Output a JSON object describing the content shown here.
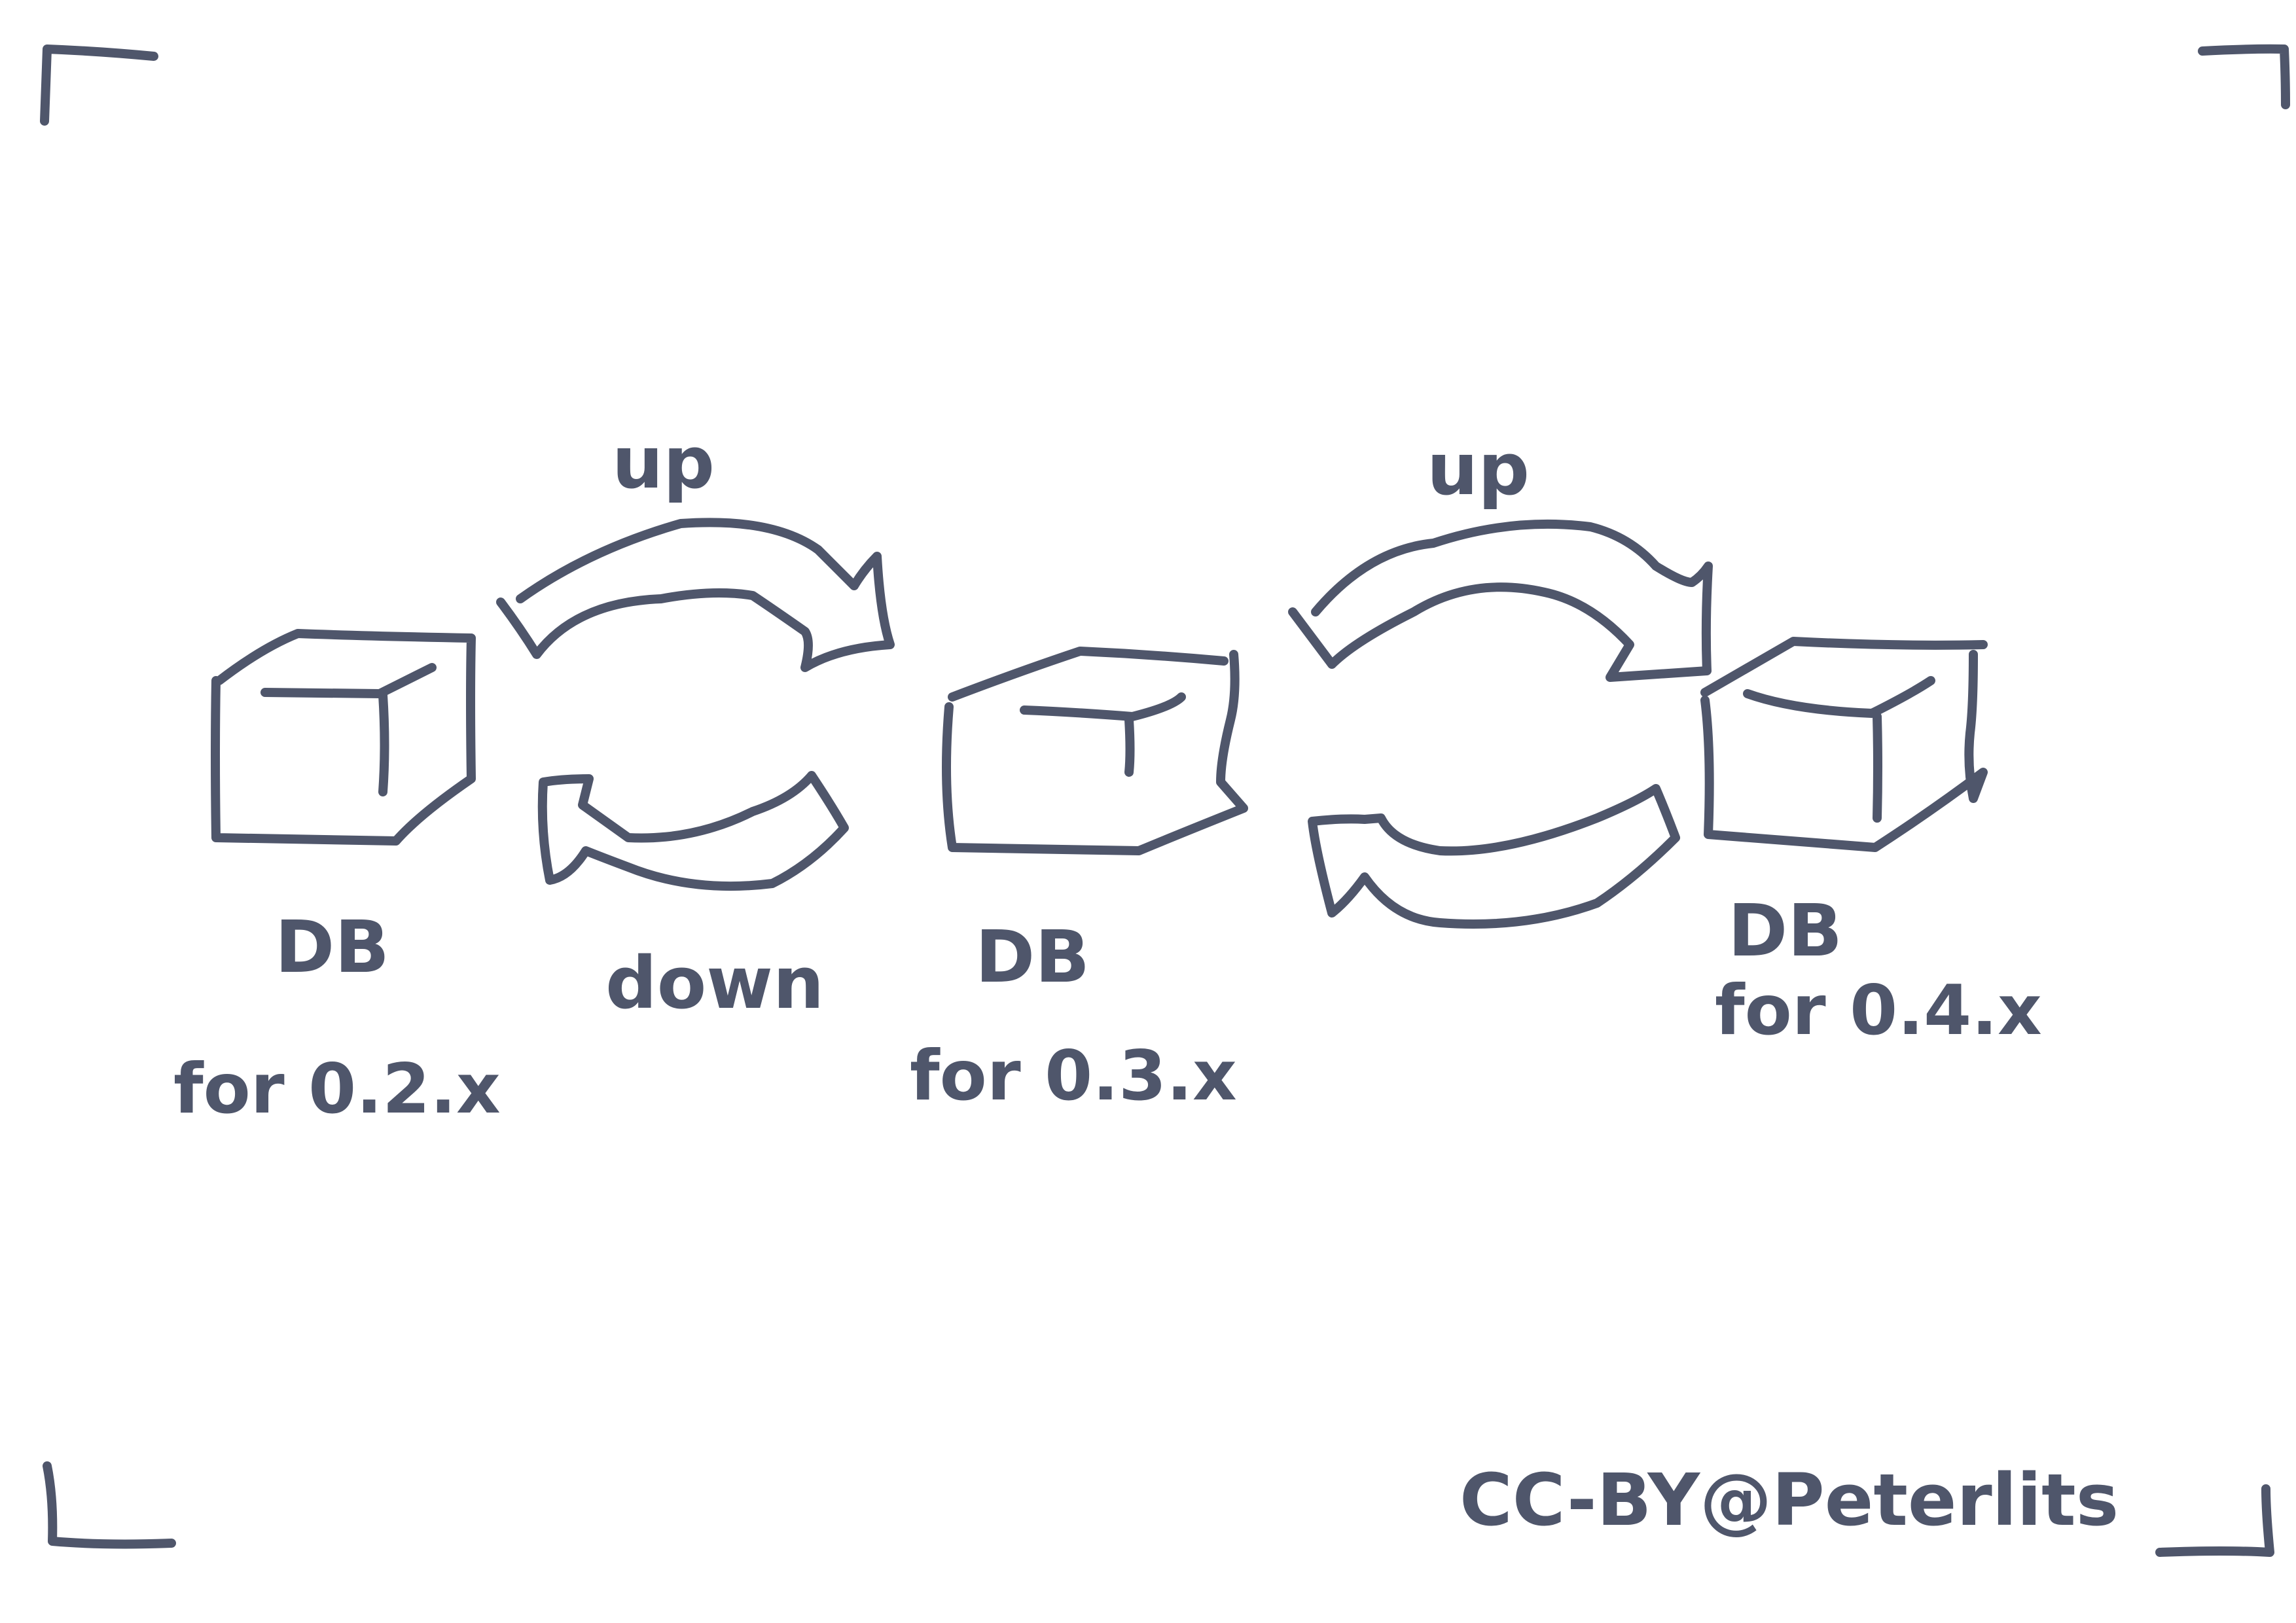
{
  "colors": {
    "ink": "#4f566b",
    "background": "#ffffff"
  },
  "databases": [
    {
      "label": "DB",
      "version": "for 0.2.x"
    },
    {
      "label": "DB",
      "version": "for 0.3.x"
    },
    {
      "label": "DB",
      "version": "for 0.4.x"
    }
  ],
  "migrations": [
    {
      "label": "up"
    },
    {
      "label": "down"
    },
    {
      "label": "up"
    }
  ],
  "license": "CC-BY@Peterlits"
}
